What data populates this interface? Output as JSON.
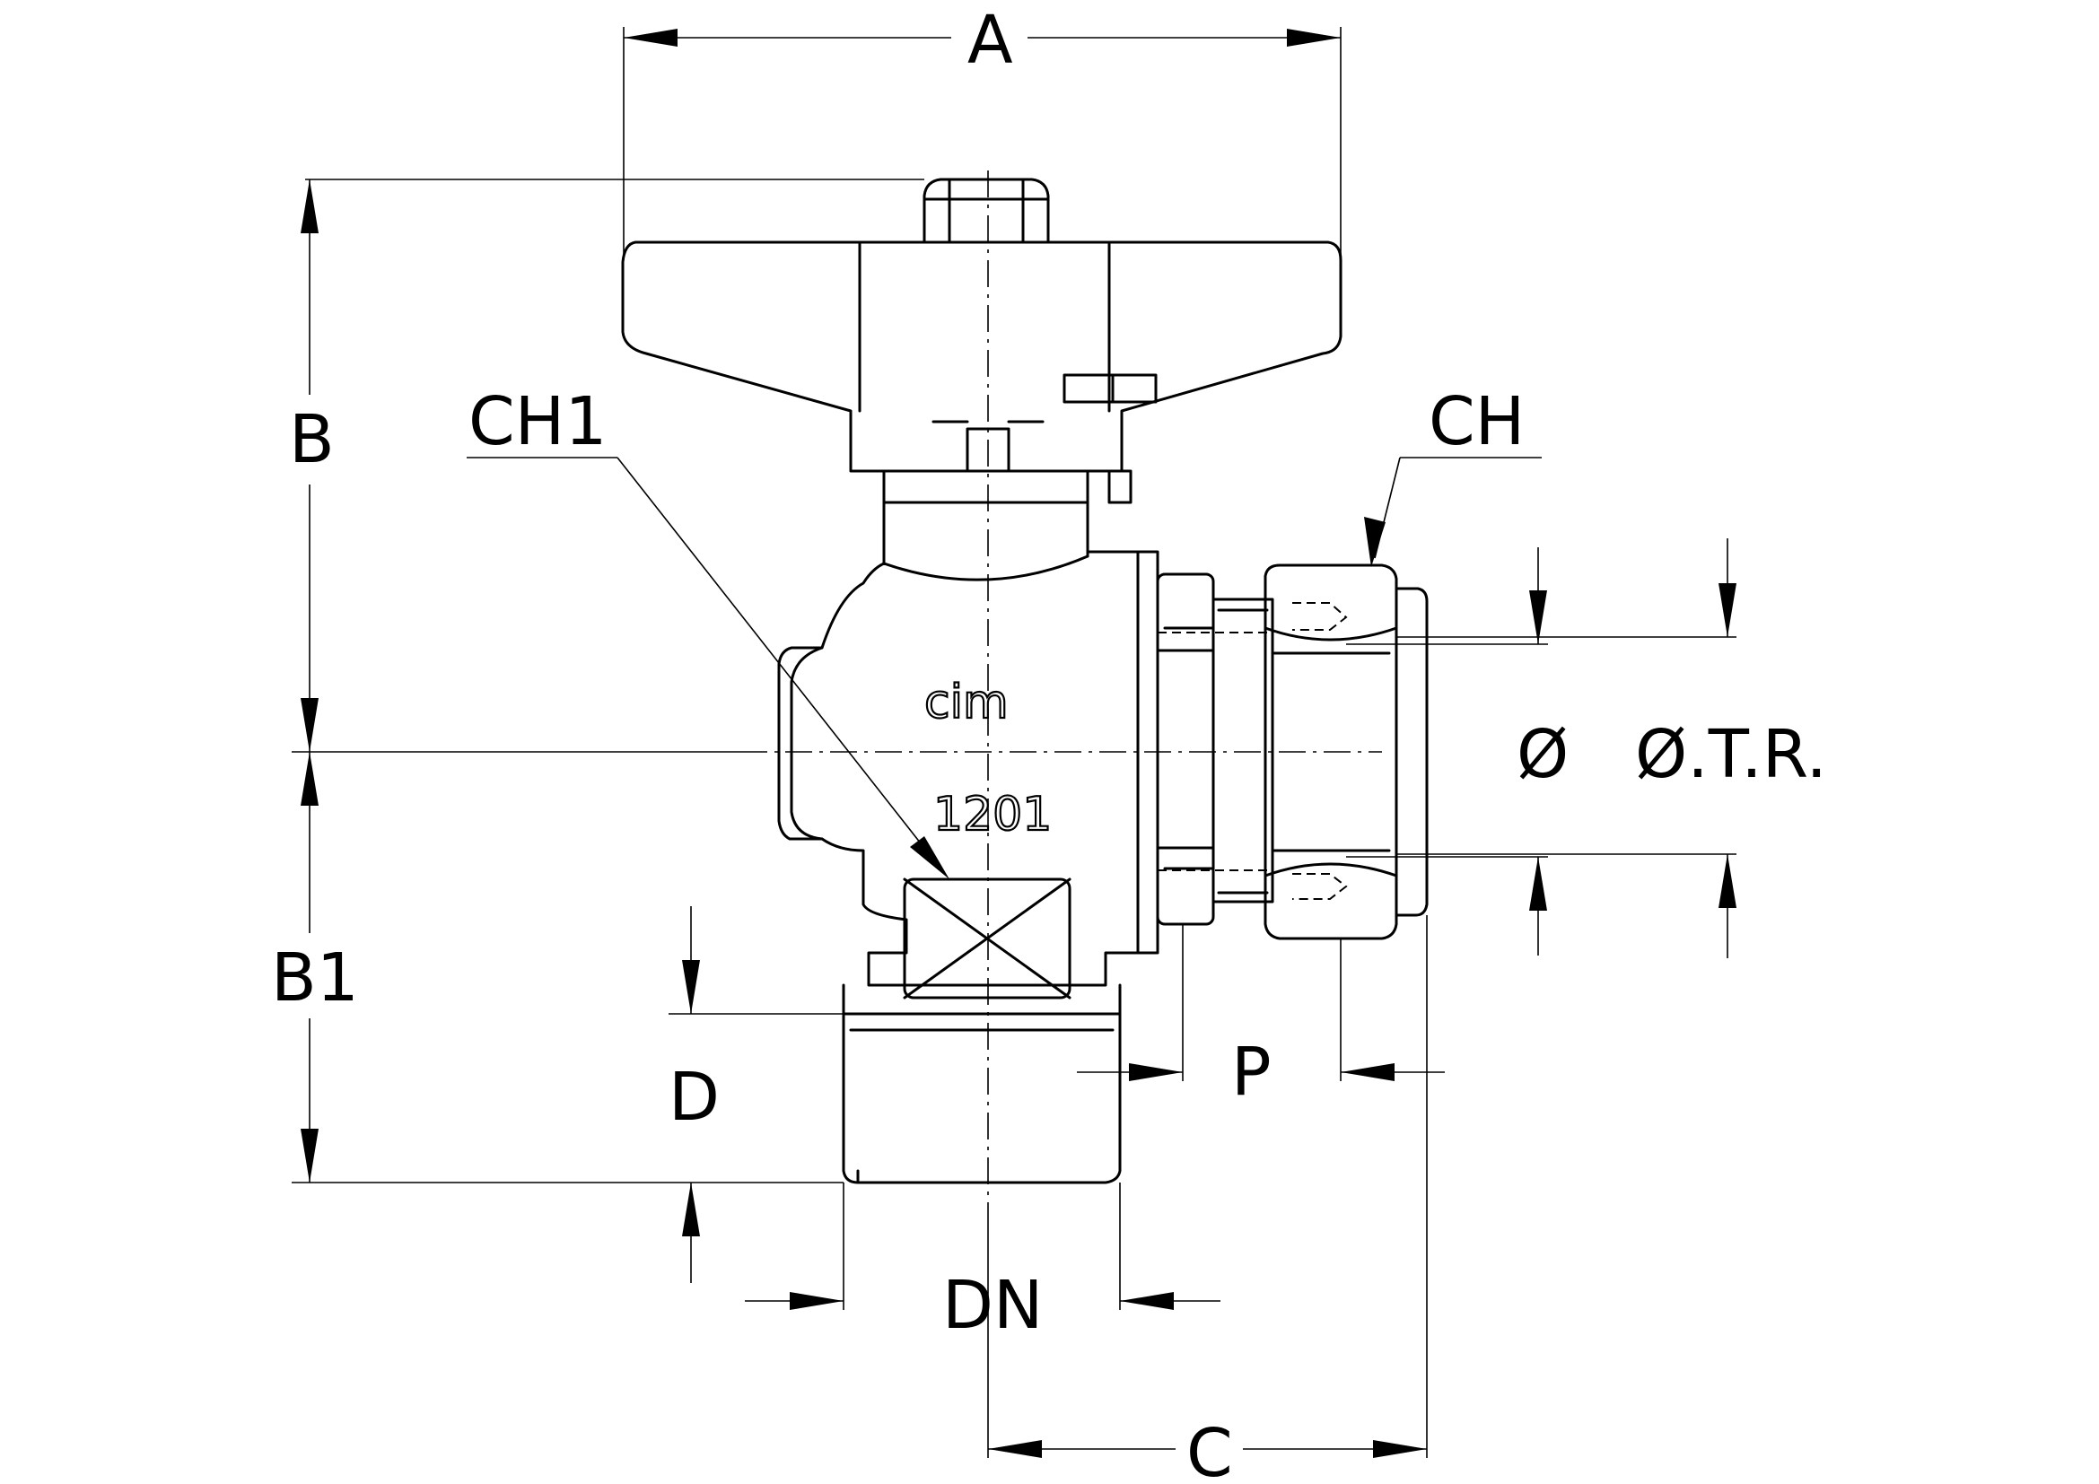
{
  "labels": {
    "A": "A",
    "B": "B",
    "B1": "B1",
    "CH1": "CH1",
    "CH": "CH",
    "D": "D",
    "DN": "DN",
    "P": "P",
    "C": "C",
    "phi": "Ø",
    "otr": "Ø.T.R."
  },
  "body_marks": {
    "brand": "cim",
    "model": "1201"
  }
}
